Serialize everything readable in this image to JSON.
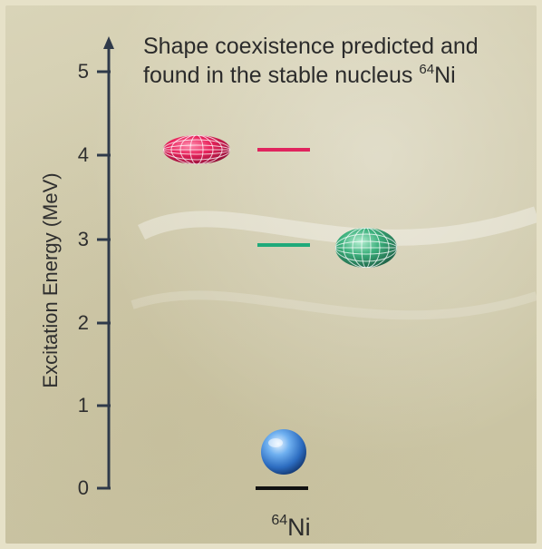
{
  "title": {
    "line1": "Shape coexistence predicted and",
    "line2_prefix": "found in the stable nucleus ",
    "line2_sup": "64",
    "line2_element": "Ni"
  },
  "y_axis": {
    "label": "Excitation Energy (MeV)",
    "ticks": [
      "0",
      "1",
      "2",
      "3",
      "4",
      "5"
    ]
  },
  "nucleus_label": {
    "mass": "64",
    "element": "Ni"
  },
  "levels": [
    {
      "energy_mev": 0.0,
      "color": "#111111",
      "shape": "spherical",
      "shape_color": "#3a7fd0"
    },
    {
      "energy_mev": 2.9,
      "color": "#1faa7a",
      "shape": "oblate",
      "shape_color": "#2fa872"
    },
    {
      "energy_mev": 4.05,
      "color": "#e0245e",
      "shape": "prolate",
      "shape_color": "#e21f5a"
    }
  ],
  "colors": {
    "background": "#d4cfb2",
    "axis": "#2f3a4a",
    "red": "#e0245e",
    "green": "#1faa7a",
    "blue": "#3a7fd0"
  }
}
